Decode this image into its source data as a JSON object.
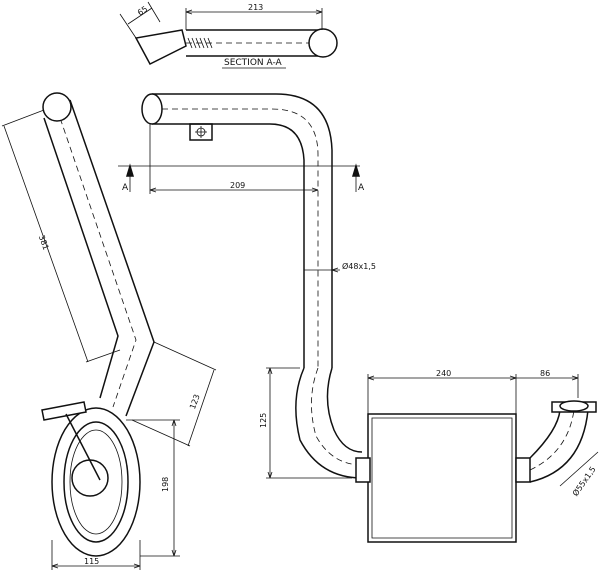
{
  "section_label": "SECTION A-A",
  "section_marker": "A",
  "dimensions": {
    "top_small": "65",
    "top_width": "213",
    "section_length": "209",
    "pipe_diameter": "Ø48x1,5",
    "left_long": "381",
    "left_short": "123",
    "left_height": "198",
    "left_width": "115",
    "right_height": "125",
    "muffler_length": "240",
    "outlet_length": "86",
    "outlet_diameter": "Ø55x1,5"
  }
}
